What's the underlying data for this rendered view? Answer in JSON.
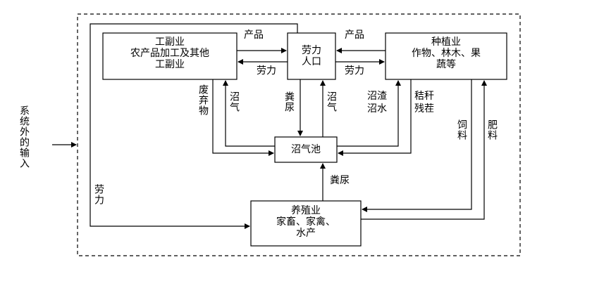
{
  "outside_input": {
    "label": "系统外的输入"
  },
  "boxes": {
    "sideline": [
      "工副业",
      "农产品加工及其他",
      "工副业"
    ],
    "labor_pop": [
      "劳力",
      "人口"
    ],
    "planting": [
      "种植业",
      "作物、林木、果",
      "蔬等"
    ],
    "biogas": [
      "沼气池"
    ],
    "breeding": [
      "养殖业",
      "家畜、家禽、",
      "水产"
    ]
  },
  "edge_labels": {
    "product_left": "产品",
    "product_right": "产品",
    "labor_left": "劳力",
    "labor_right": "劳力",
    "labor_bottom": "劳力",
    "waste": "废弃物",
    "biogas_left": "沼气",
    "manure_top": "粪尿",
    "biogas_right": "沼气",
    "residue": "沼渣沼水",
    "straw": "秸秆残茬",
    "feed": "饲料",
    "fertilizer": "肥料",
    "manure_bottom": "粪尿"
  },
  "colors": {
    "line": "#000000",
    "background": "#ffffff"
  }
}
